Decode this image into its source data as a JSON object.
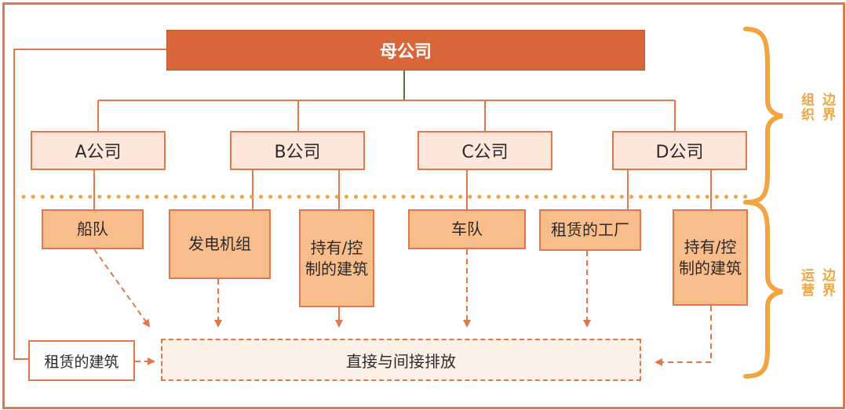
{
  "parent": "母公司",
  "subsidiaries": [
    "A公司",
    "B公司",
    "C公司",
    "D公司"
  ],
  "assets": {
    "a": "船队",
    "b1": "发电机组",
    "b2": "持有/控制的建筑",
    "c": "车队",
    "d1": "租赁的工厂",
    "d2": "持有/控制的建筑"
  },
  "leased_building": "租赁的建筑",
  "emissions": "直接与间接排放",
  "org_boundary": [
    "组织",
    "边界"
  ],
  "op_boundary": [
    "运营",
    "边界"
  ],
  "colors": {
    "border": "#e4774a",
    "parent_fill": "#d9663a",
    "subsidiary_fill": "#fde7da",
    "asset_fill": "#f8bd8a",
    "emission_fill": "#fdf0e6",
    "boundary_text": "#f2a442",
    "dotted_line": "#f2a442"
  }
}
